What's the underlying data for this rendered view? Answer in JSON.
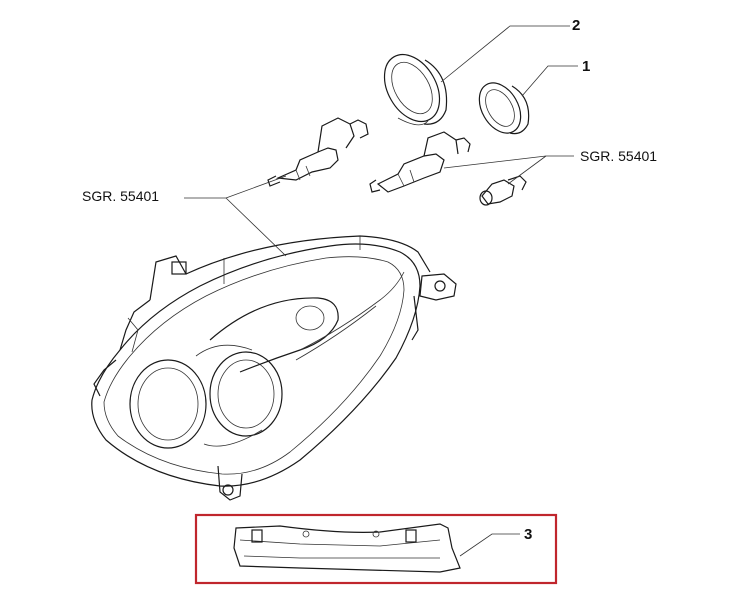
{
  "labels": {
    "sgr_left": "SGR. 55401",
    "sgr_right": "SGR. 55401",
    "num_1": "1",
    "num_2": "2",
    "num_3": "3"
  },
  "colors": {
    "line": "#1a1a1a",
    "highlight_box": "#c0262d",
    "background": "#ffffff"
  }
}
